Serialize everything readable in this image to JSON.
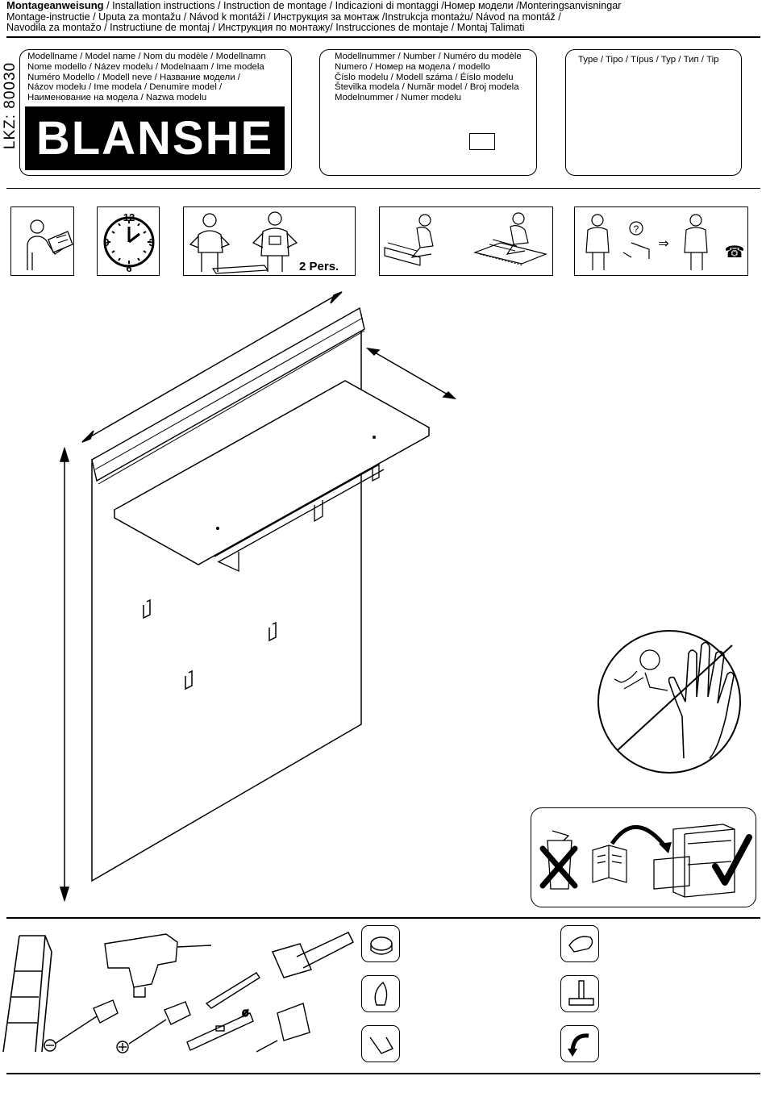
{
  "header": {
    "title_bold": "Montageanweisung",
    "line1_rest": " / Installation instructions / Instruction de montage / Indicazioni di montaggi /Номер модели /Monteringsanvisningar",
    "line2": "Montage-instructie / Uputa za montažu / Návod k montáži / Инструкция за монтаж /Instrukcja montażu/ Návod na montáž /",
    "line3": "Navodila za montažo / Instructiune de montaj / Инструкция по монтажу/ Instrucciones de montaje / Montaj Talimati"
  },
  "lkz": "LKZ: 80030",
  "model_name_box": {
    "lines": [
      "Modellname / Model name / Nom du modèle / Modellnamn",
      "Nome modello / Název modelu / Modelnaam / Ime modela",
      "Numéro Modello / Modell neve / Название модели /",
      "Názov modelu / Ime modela / Denumire model /",
      "Наименование на модела / Nazwa modelu"
    ],
    "brand": "BLANSHE"
  },
  "model_number_box": {
    "lines": [
      "Modellnummer / Number / Numéro du modèle",
      "Numero /  Номер на модела / modello",
      "Číslo modelu / Modell száma / Éíslo modelu",
      "Številka modela / Număr model / Broj modela",
      "Modelnummer / Numer modelu"
    ]
  },
  "type_box": {
    "text": "Type / Tipo / Típus / Typ / Тип / Tip"
  },
  "persons_label": "2 Pers."
}
